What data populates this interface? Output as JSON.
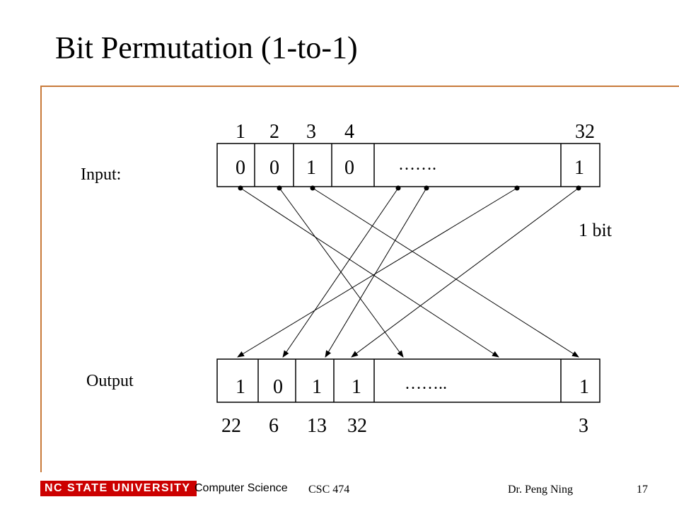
{
  "slide": {
    "title": "Bit Permutation (1-to-1)"
  },
  "diagram": {
    "input_label": "Input:",
    "output_label": "Output",
    "input_positions": [
      "1",
      "2",
      "3",
      "4",
      "32"
    ],
    "input_bits": [
      "0",
      "0",
      "1",
      "0",
      "…….",
      "1"
    ],
    "output_bits": [
      "1",
      "0",
      "1",
      "1",
      "……..",
      "1"
    ],
    "output_positions": [
      "22",
      "6",
      "13",
      "32",
      "3"
    ],
    "bit_note": "1 bit"
  },
  "footer": {
    "logo": "NC STATE UNIVERSITY",
    "department": "Computer Science",
    "course": "CSC 474",
    "author": "Dr. Peng Ning",
    "page": "17"
  }
}
